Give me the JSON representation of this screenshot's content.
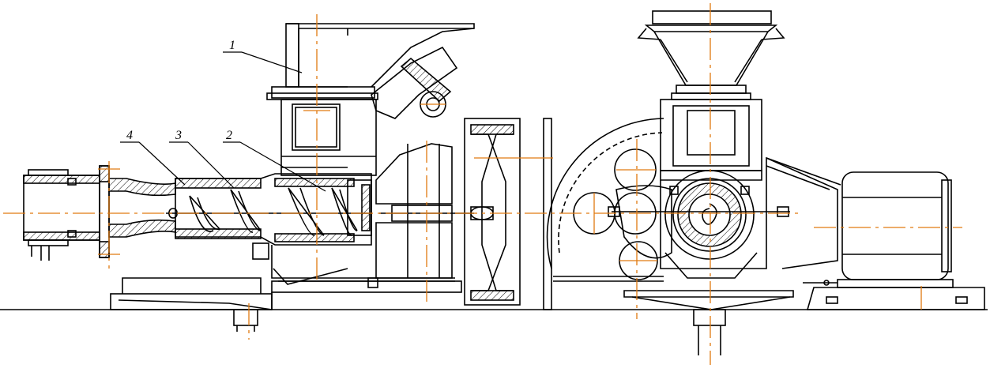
{
  "callouts": [
    {
      "number": "1"
    },
    {
      "number": "2"
    },
    {
      "number": "3"
    },
    {
      "number": "4"
    }
  ],
  "colors": {
    "line": "#000000",
    "axis": "#e07a10",
    "background": "#ffffff"
  }
}
